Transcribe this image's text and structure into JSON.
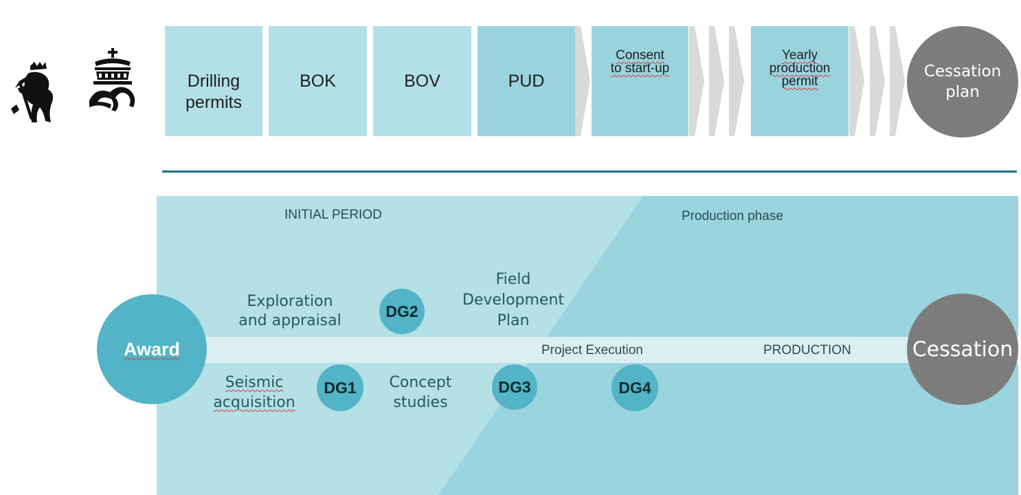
{
  "permits": {
    "drilling": "Drilling permits",
    "bok": "BOK",
    "bov": "BOV",
    "pud": "PUD",
    "consent": "Consent to start-up",
    "yearly": "Yearly production permit",
    "cessation_plan": "Cessation plan"
  },
  "phases": {
    "initial": "INITIAL PERIOD",
    "production": "Production phase"
  },
  "band": {
    "project_execution": "Project Execution",
    "production": "PRODUCTION"
  },
  "milestones": {
    "award": "Award",
    "cessation": "Cessation",
    "dg1": "DG1",
    "dg2": "DG2",
    "dg3": "DG3",
    "dg4": "DG4"
  },
  "activities": {
    "exploration": "Exploration\nand appraisal",
    "field_dev": "Field\nDevelopment\nPlan",
    "seismic": "Seismic\nacquisition",
    "concept": "Concept\nstudies"
  },
  "colors": {
    "light_teal": "#b3e0e6",
    "mid_teal": "#99d3de",
    "circle_teal": "#52b4c6",
    "grey": "#7c7c7c",
    "rule": "#1e6e84"
  },
  "icons": [
    "norway-lion-emblem-icon",
    "royal-crown-monogram-icon"
  ]
}
